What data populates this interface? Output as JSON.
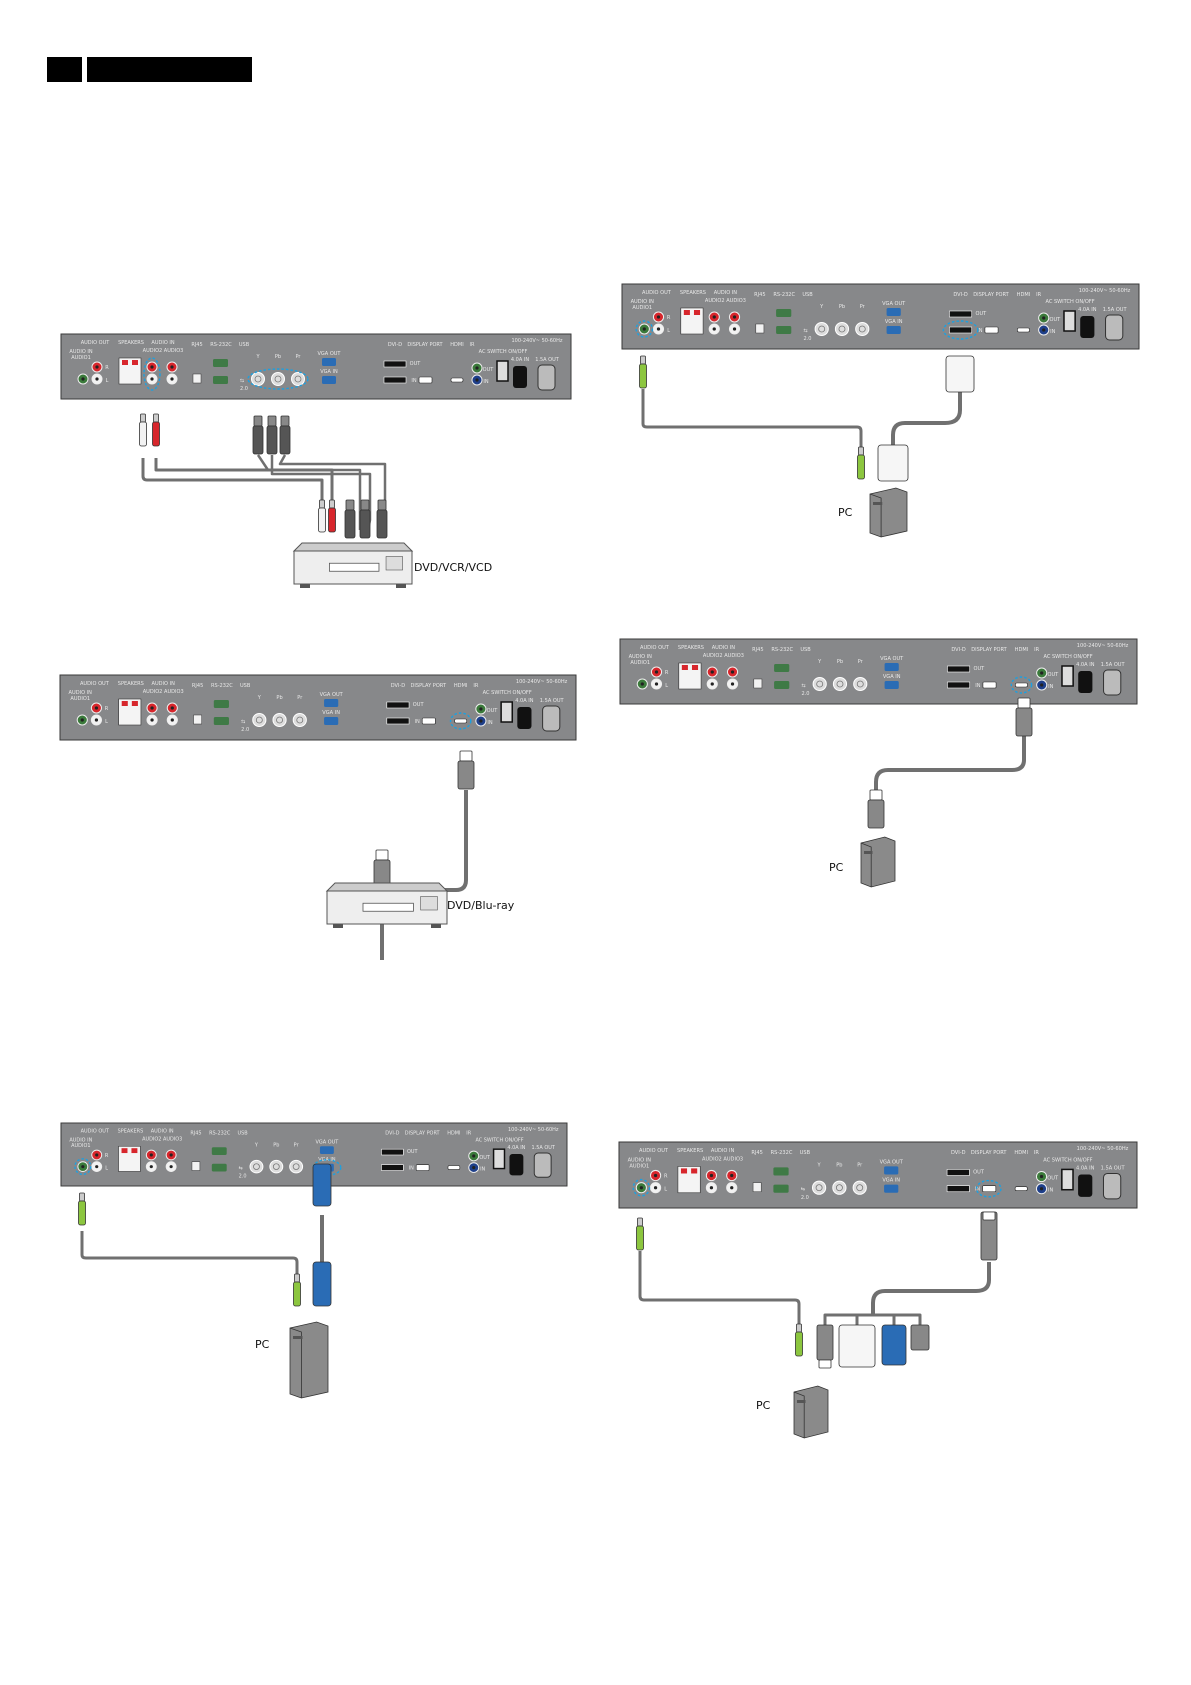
{
  "panel_labels": {
    "audio_out": "AUDIO OUT",
    "audio_in_1": "AUDIO IN",
    "audio1": "AUDIO1",
    "speakers": "SPEAKERS",
    "audio_in": "AUDIO IN",
    "audio2_audio3": "AUDIO2 AUDIO3",
    "rj45": "RJ45",
    "rs232c": "RS-232C",
    "usb": "USB",
    "usb_ver": "2.0",
    "y": "Y",
    "pb": "Pb",
    "pr": "Pr",
    "vga_out": "VGA OUT",
    "vga_in": "VGA IN",
    "dvi_d": "DVI-D",
    "display_port": "DISPLAY PORT",
    "hdmi": "HDMI",
    "ir": "IR",
    "ac_switch": "AC SWITCH ON/OFF",
    "power": "100-240V~ 50-60Hz",
    "power_in": "4.0A IN",
    "power_out": "1.5A OUT",
    "out": "OUT",
    "in": "IN",
    "r": "R",
    "l": "L"
  },
  "diagrams": [
    {
      "device_label": "DVD/VCR/VCD",
      "highlight": [
        "audio-in-2",
        "component-ypbpr"
      ]
    },
    {
      "device_label": "DVD/Blu-ray",
      "highlight": [
        "hdmi"
      ]
    },
    {
      "device_label": "PC",
      "highlight": [
        "audio-in-1",
        "vga-in"
      ]
    },
    {
      "device_label": "PC",
      "highlight": [
        "audio-in-1",
        "dvi-in"
      ]
    },
    {
      "device_label": "PC",
      "highlight": [
        "hdmi"
      ]
    },
    {
      "device_label": "PC",
      "highlight": [
        "audio-in-1",
        "displayport"
      ]
    }
  ],
  "colors": {
    "panel": "#87888a",
    "highlight": "#1ca0e0",
    "cable": "#707070",
    "green_plug": "#8cc63f",
    "red": "#d7262c",
    "vga_blue": "#2a6cb5",
    "rs232_green": "#3f7a46"
  }
}
